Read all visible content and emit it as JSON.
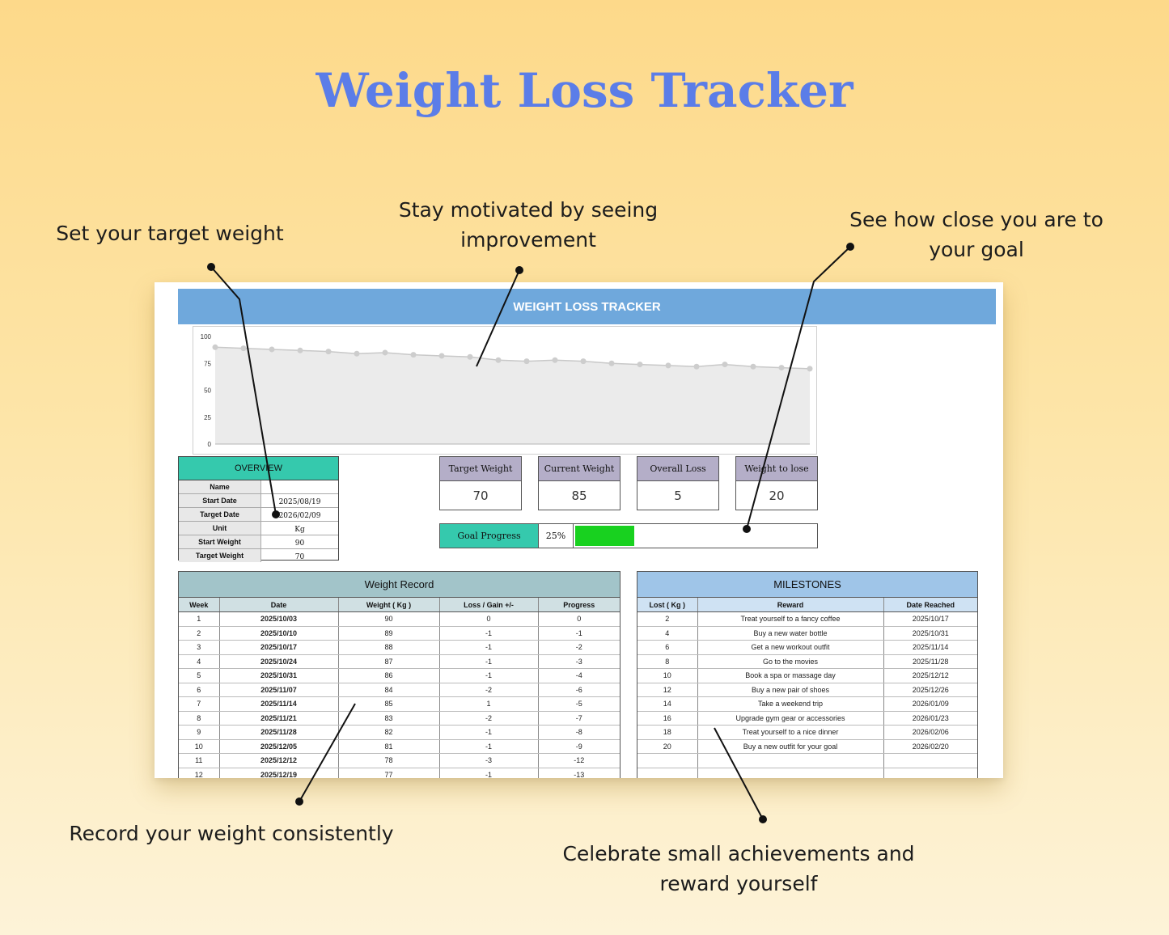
{
  "title": "Weight Loss Tracker",
  "callouts": {
    "target": "Set your target weight",
    "motivated_1": "Stay motivated by seeing",
    "motivated_2": "improvement",
    "goal_1": "See how close you are to",
    "goal_2": "your goal",
    "record": "Record your weight consistently",
    "celebrate_1": "Celebrate small achievements and",
    "celebrate_2": "reward yourself"
  },
  "sheet": {
    "banner": "WEIGHT LOSS TRACKER",
    "overview": {
      "title": "OVERVIEW",
      "rows": [
        {
          "label": "Name",
          "value": ""
        },
        {
          "label": "Start Date",
          "value": "2025/08/19"
        },
        {
          "label": "Target Date",
          "value": "2026/02/09"
        },
        {
          "label": "Unit",
          "value": "Kg"
        },
        {
          "label": "Start Weight",
          "value": "90"
        },
        {
          "label": "Target Weight",
          "value": "70"
        }
      ]
    },
    "stats": [
      {
        "label": "Target Weight",
        "value": "70"
      },
      {
        "label": "Current Weight",
        "value": "85"
      },
      {
        "label": "Overall Loss",
        "value": "5"
      },
      {
        "label": "Weight to lose",
        "value": "20"
      }
    ],
    "goal": {
      "label": "Goal Progress",
      "percent_text": "25%",
      "fraction": 0.25
    },
    "weight_record": {
      "title": "Weight Record",
      "columns": [
        "Week",
        "Date",
        "Weight ( Kg )",
        "Loss / Gain +/-",
        "Progress"
      ],
      "rows": [
        [
          "1",
          "2025/10/03",
          "90",
          "0",
          "0"
        ],
        [
          "2",
          "2025/10/10",
          "89",
          "-1",
          "-1"
        ],
        [
          "3",
          "2025/10/17",
          "88",
          "-1",
          "-2"
        ],
        [
          "4",
          "2025/10/24",
          "87",
          "-1",
          "-3"
        ],
        [
          "5",
          "2025/10/31",
          "86",
          "-1",
          "-4"
        ],
        [
          "6",
          "2025/11/07",
          "84",
          "-2",
          "-6"
        ],
        [
          "7",
          "2025/11/14",
          "85",
          "1",
          "-5"
        ],
        [
          "8",
          "2025/11/21",
          "83",
          "-2",
          "-7"
        ],
        [
          "9",
          "2025/11/28",
          "82",
          "-1",
          "-8"
        ],
        [
          "10",
          "2025/12/05",
          "81",
          "-1",
          "-9"
        ],
        [
          "11",
          "2025/12/12",
          "78",
          "-3",
          "-12"
        ],
        [
          "12",
          "2025/12/19",
          "77",
          "-1",
          "-13"
        ]
      ]
    },
    "milestones": {
      "title": "MILESTONES",
      "columns": [
        "Lost ( Kg )",
        "Reward",
        "Date Reached"
      ],
      "rows": [
        [
          "2",
          "Treat yourself to a fancy coffee",
          "2025/10/17"
        ],
        [
          "4",
          "Buy a new water bottle",
          "2025/10/31"
        ],
        [
          "6",
          "Get a new workout outfit",
          "2025/11/14"
        ],
        [
          "8",
          "Go to the movies",
          "2025/11/28"
        ],
        [
          "10",
          "Book a spa or massage day",
          "2025/12/12"
        ],
        [
          "12",
          "Buy a new pair of shoes",
          "2025/12/26"
        ],
        [
          "14",
          "Take a weekend trip",
          "2026/01/09"
        ],
        [
          "16",
          "Upgrade gym gear or accessories",
          "2026/01/23"
        ],
        [
          "18",
          "Treat yourself to a nice dinner",
          "2026/02/06"
        ],
        [
          "20",
          "Buy a new outfit for your goal",
          "2026/02/20"
        ],
        [
          "",
          "",
          ""
        ],
        [
          "",
          "",
          ""
        ]
      ]
    }
  },
  "chart_data": {
    "type": "area",
    "ylim": [
      0,
      100
    ],
    "yticks": [
      "100",
      "75",
      "50",
      "25",
      "0"
    ],
    "values": [
      90,
      89,
      88,
      87,
      86,
      84,
      85,
      83,
      82,
      81,
      78,
      77,
      78,
      77,
      75,
      74,
      73,
      72,
      74,
      72,
      71,
      70
    ]
  },
  "colors": {
    "title": "#5b7de8",
    "banner": "#6fa8dc",
    "overview_head": "#35c9ad",
    "stat_head": "#b4aec8",
    "goal_fill": "#18d11f",
    "weight_title": "#a2c4c9",
    "milestone_title": "#9fc5e8"
  }
}
